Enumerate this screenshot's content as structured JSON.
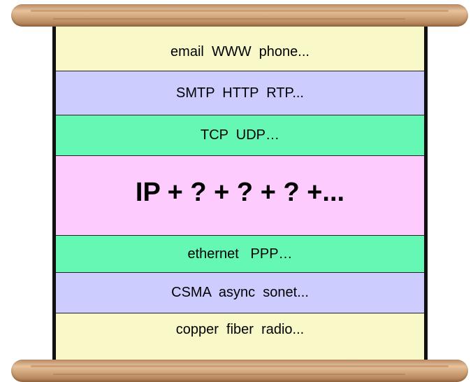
{
  "layers": [
    {
      "label": "email  WWW  phone...",
      "color": "#f8f8c8"
    },
    {
      "label": "SMTP  HTTP  RTP...",
      "color": "#ccccfe"
    },
    {
      "label": "TCP  UDP…",
      "color": "#65f8b4"
    },
    {
      "label": "IP + ? + ? + ? +...",
      "color": "#fecbfe"
    },
    {
      "label": "ethernet   PPP…",
      "color": "#65f8b4"
    },
    {
      "label": "CSMA  async  sonet...",
      "color": "#ccccfe"
    },
    {
      "label": "copper  fiber  radio...",
      "color": "#f8f8c8"
    }
  ]
}
